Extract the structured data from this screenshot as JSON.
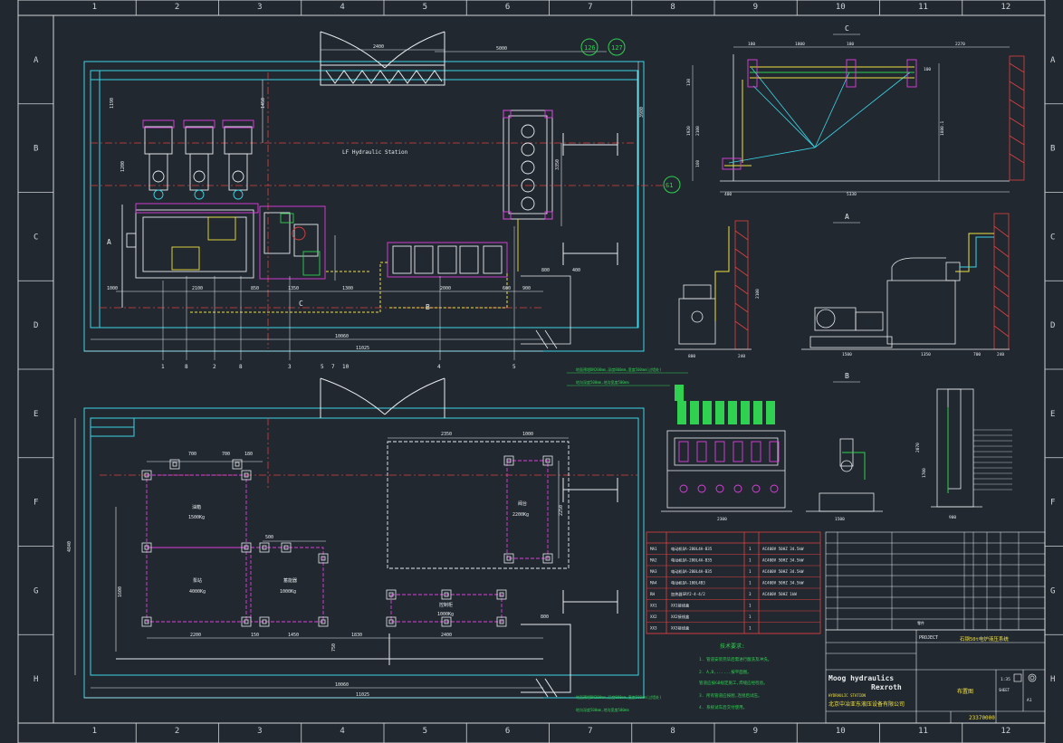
{
  "colors": {
    "background": "#212830",
    "frame": "#d0d4d8",
    "cyan": "#3ad6e6",
    "magenta": "#e040e0",
    "yellow": "#f0e040",
    "green": "#30d050",
    "white": "#e8ecee",
    "red": "#e04040",
    "blue": "#4a7ad8"
  },
  "grid": {
    "columns": [
      "1",
      "2",
      "3",
      "4",
      "5",
      "6",
      "7",
      "8",
      "9",
      "10",
      "11",
      "12"
    ],
    "rows": [
      "A",
      "B",
      "C",
      "D",
      "E",
      "F",
      "G",
      "H"
    ]
  },
  "top_plan": {
    "dims": {
      "d2400": "2400",
      "d5000": "5000",
      "d1450": "1450",
      "d3980": "3980",
      "d3350": "3350",
      "d1190": "1190",
      "d1200": "1200",
      "d2100": "2100",
      "d1350a": "1350",
      "d1300": "1300",
      "d2000": "2000",
      "d800": "800",
      "d400": "400",
      "d10060": "10060",
      "d11025": "11025",
      "d850": "850",
      "d600": "600",
      "d1000": "1000",
      "d900": "900"
    },
    "circles": [
      "126",
      "127"
    ],
    "station_label": "LF Hydraulic Station",
    "leader_labels": [
      "1",
      "8",
      "2",
      "8",
      "3",
      "5",
      "7",
      "10",
      "4",
      "5"
    ],
    "section_marks": {
      "a": "A",
      "b": "B",
      "c": "C",
      "s1": "S1"
    },
    "notes": [
      "地面预埋DN200mm,深度800mm,宽度500mm(过墙处)",
      "地沟深度500mm,地沟宽度500mm"
    ]
  },
  "bottom_plan": {
    "dims": {
      "d700a": "700",
      "d700b": "700",
      "d180": "180",
      "d2350": "2350",
      "d1000": "1000",
      "d500": "500",
      "d1450": "1450",
      "d1830": "1830",
      "d2400": "2400",
      "d2200": "2200",
      "d150": "150",
      "d750": "750",
      "d800": "800",
      "d10060": "10060",
      "d11025": "11025",
      "d4840": "4840",
      "d1600": "1600",
      "d2250": "2250"
    },
    "loads": [
      {
        "name": "油箱",
        "weight": "1500Kg"
      },
      {
        "name": "泵站",
        "weight": "4000Kg"
      },
      {
        "name": "蓄能器",
        "weight": "1000Kg"
      },
      {
        "name": "阀台",
        "weight": "2200Kg"
      },
      {
        "name": "控制柜",
        "weight": "1000Kg"
      }
    ]
  },
  "section_c": {
    "label": "C",
    "dims": [
      "180",
      "1800",
      "180",
      "2270",
      "130",
      "1920",
      "160",
      "2100",
      "1880.1",
      "400",
      "5330",
      "100"
    ]
  },
  "section_a": {
    "label": "A",
    "dims": [
      "800",
      "240",
      "1500",
      "1350",
      "700",
      "240",
      "2100"
    ]
  },
  "section_b": {
    "label": "B",
    "dims": [
      "2300",
      "1500",
      "900",
      "2070",
      "1700"
    ]
  },
  "equipment_table": {
    "rows": [
      {
        "code": "MA1",
        "name": "电动机QA-280L4A-B35",
        "qty": "1",
        "spec": "AC400V 50HZ 34.5kW"
      },
      {
        "code": "MA2",
        "name": "电动机QA-280L4A-B35",
        "qty": "1",
        "spec": "AC400V 50HZ 34.5kW"
      },
      {
        "code": "MA3",
        "name": "电动机QA-280L4A-B35",
        "qty": "1",
        "spec": "AC400V 50HZ 34.5kW"
      },
      {
        "code": "MA4",
        "name": "电动机QA-100L4B3",
        "qty": "1",
        "spec": "AC400V 50HZ 34.5kW"
      },
      {
        "code": "RH",
        "name": "加热器SRY2-4-4/2",
        "qty": "3",
        "spec": "AC400V 50HZ 1kW"
      },
      {
        "code": "XX1",
        "name": "XX1接线盒",
        "qty": "1",
        "spec": ""
      },
      {
        "code": "XX2",
        "name": "XX2接线盒",
        "qty": "1",
        "spec": ""
      },
      {
        "code": "XX3",
        "name": "XX3接线盒",
        "qty": "1",
        "spec": ""
      }
    ]
  },
  "tech_notes": {
    "title": "技术要求:",
    "items": [
      "1. 管道安装完毕后需进行酸洗及冲洗。",
      "2. A,B,......按平面图。",
      "   管道应按GB规定施工,焊缝应经检验。",
      "3. 所有管道应按图,连接后试压。",
      "4. 系统试车后交付使用。"
    ]
  },
  "title_block": {
    "company_en_1": "Moog hydraulics",
    "company_en_2": "Rexroth",
    "company_en_3": "HYDRAULIC STATION",
    "company_cn": "北京中冶亚东液压设备有限公司",
    "project": "PROJECT",
    "project_name": "石钢50t电炉液压系统",
    "drawing_title": "布置图",
    "drawing_no": "23370000",
    "scale": "1:35",
    "sheet": "SHEET",
    "size": "A1",
    "parts_title": "零件"
  }
}
